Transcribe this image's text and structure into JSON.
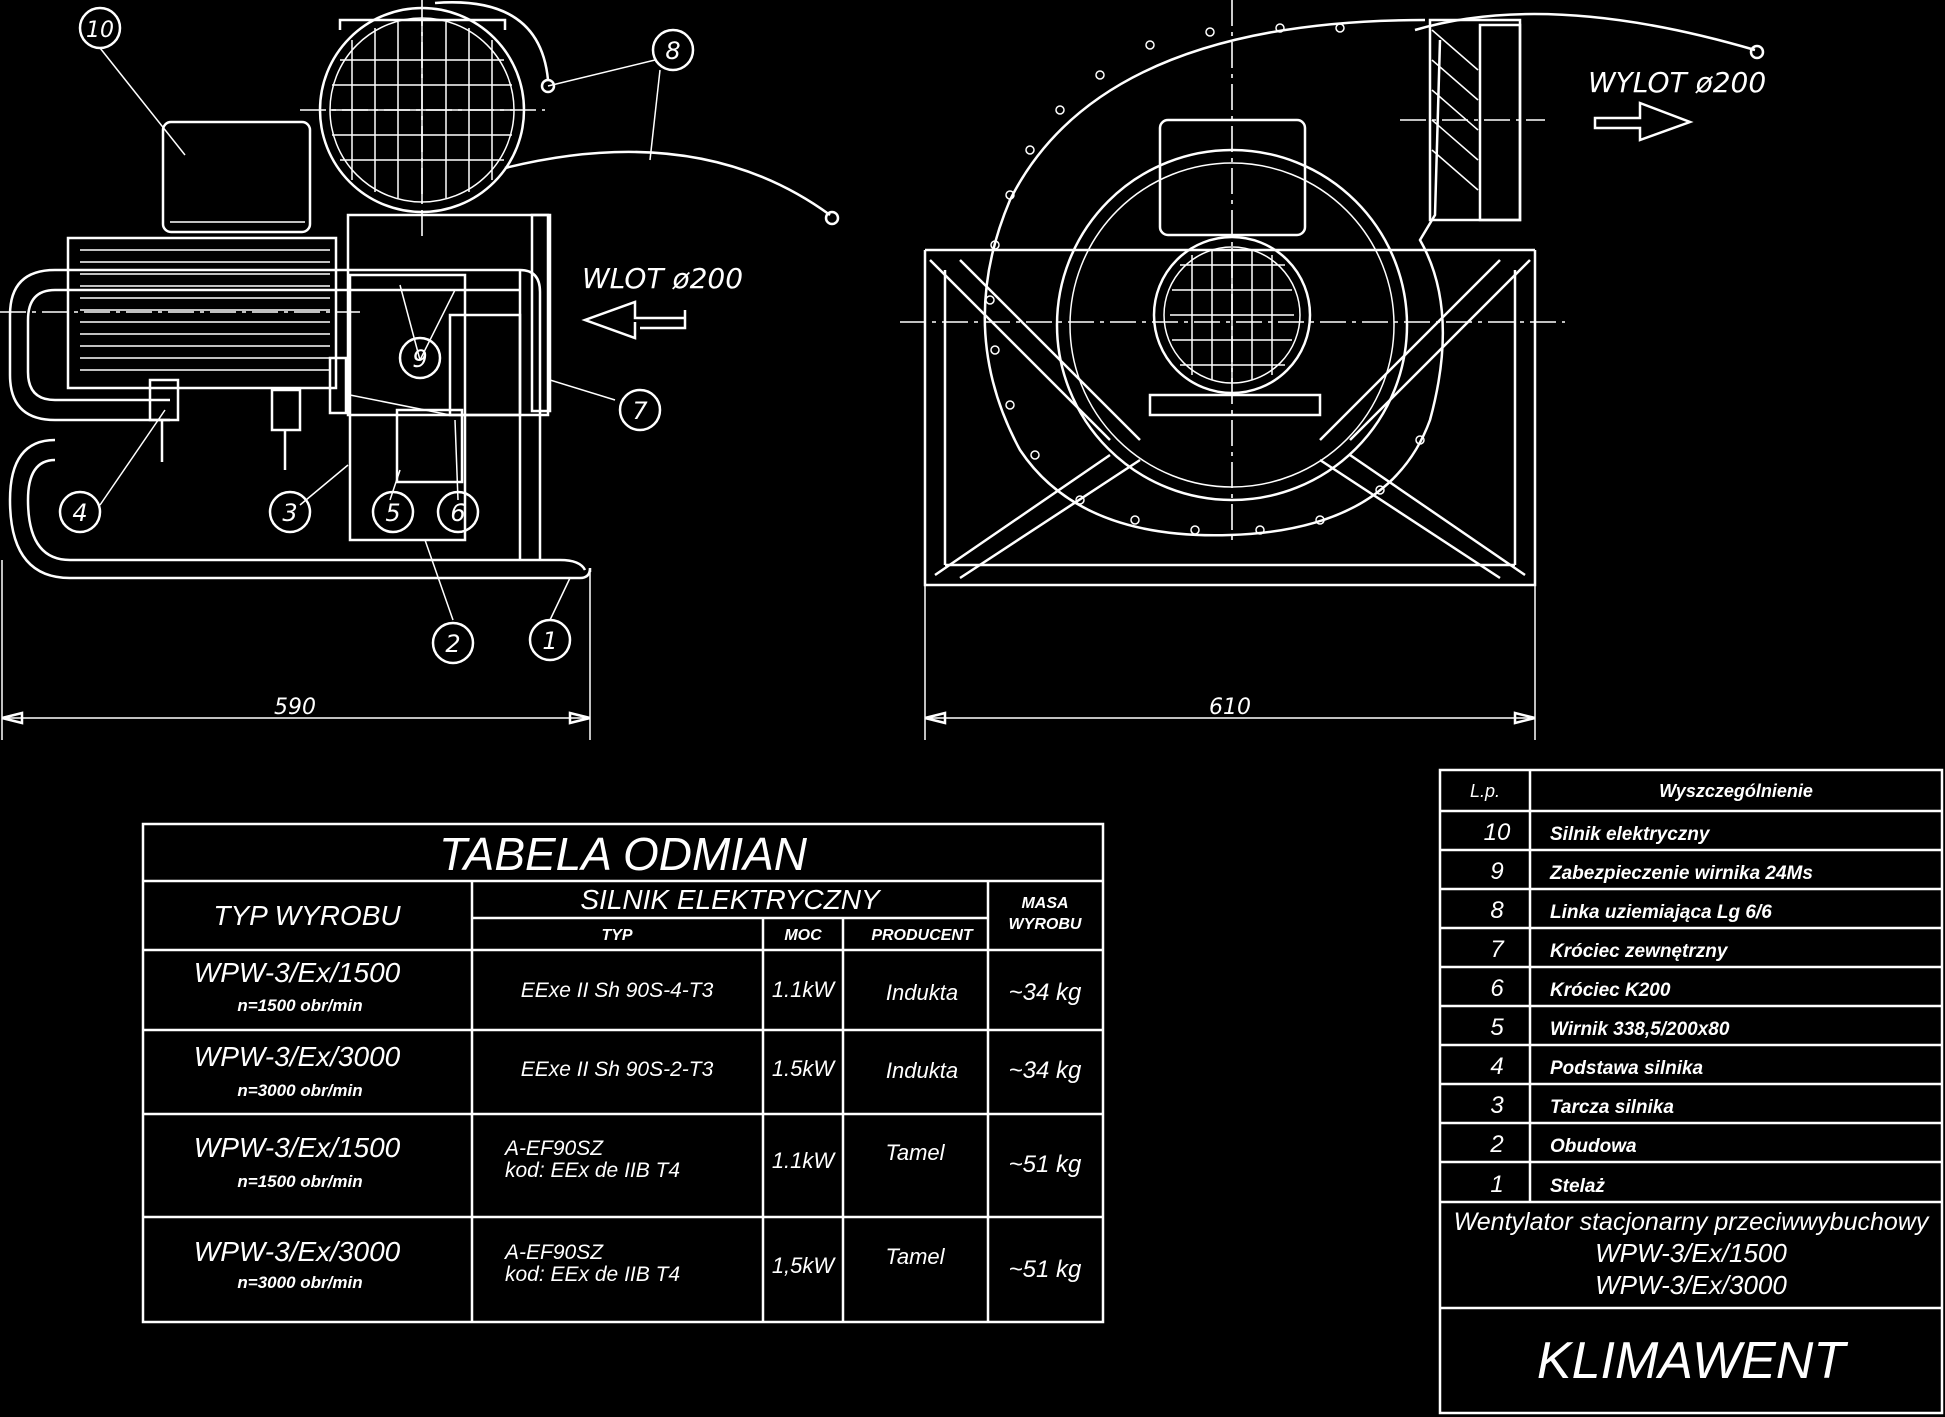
{
  "labels": {
    "wlot": "WLOT ø200",
    "wylot": "WYLOT ø200",
    "dim_side": "590",
    "dim_front": "610"
  },
  "callouts": [
    "1",
    "2",
    "3",
    "4",
    "5",
    "6",
    "7",
    "8",
    "9",
    "10"
  ],
  "variants_table": {
    "title": "TABELA   ODMIAN",
    "col_type": "TYP  WYROBU",
    "col_motor": "SILNIK  ELEKTRYCZNY",
    "col_mass_1": "MASA",
    "col_mass_2": "WYROBU",
    "sub_typ": "TYP",
    "sub_moc": "MOC",
    "sub_producent": "PRODUCENT",
    "rows": [
      {
        "type": "WPW-3/Ex/1500",
        "speed": "n=1500 obr/min",
        "motor_1": "EExe II Sh 90S-4-T3",
        "motor_2": "",
        "power": "1.1kW",
        "producer": "Indukta",
        "mass": "~34  kg"
      },
      {
        "type": "WPW-3/Ex/3000",
        "speed": "n=3000 obr/min",
        "motor_1": "EExe II Sh 90S-2-T3",
        "motor_2": "",
        "power": "1.5kW",
        "producer": "Indukta",
        "mass": "~34  kg"
      },
      {
        "type": "WPW-3/Ex/1500",
        "speed": "n=1500 obr/min",
        "motor_1": "A-EF90SZ",
        "motor_2": "kod: EEx de IIB T4",
        "power": "1.1kW",
        "producer": "Tamel",
        "mass": "~51  kg"
      },
      {
        "type": "WPW-3/Ex/3000",
        "speed": "n=3000 obr/min",
        "motor_1": "A-EF90SZ",
        "motor_2": "kod: EEx de IIB T4",
        "power": "1,5kW",
        "producer": "Tamel",
        "mass": "~51  kg"
      }
    ]
  },
  "parts_list": {
    "h_lp": "L.p.",
    "h_desc": "Wyszczególnienie",
    "items": [
      {
        "n": "10",
        "name": "Silnik  elektryczny"
      },
      {
        "n": "9",
        "name": "Zabezpieczenie  wirnika  24Ms"
      },
      {
        "n": "8",
        "name": "Linka  uziemiająca  Lg  6/6"
      },
      {
        "n": "7",
        "name": "Króciec  zewnętrzny"
      },
      {
        "n": "6",
        "name": "Króciec  K200"
      },
      {
        "n": "5",
        "name": "Wirnik  338,5/200x80"
      },
      {
        "n": "4",
        "name": "Podstawa  silnika"
      },
      {
        "n": "3",
        "name": "Tarcza  silnika"
      },
      {
        "n": "2",
        "name": "Obudowa"
      },
      {
        "n": "1",
        "name": "Stelaż"
      }
    ],
    "product_1": "Wentylator   stacjonarny  przeciwwybuchowy",
    "product_2": "WPW-3/Ex/1500",
    "product_3": "WPW-3/Ex/3000",
    "company": "KLIMAWENT"
  }
}
